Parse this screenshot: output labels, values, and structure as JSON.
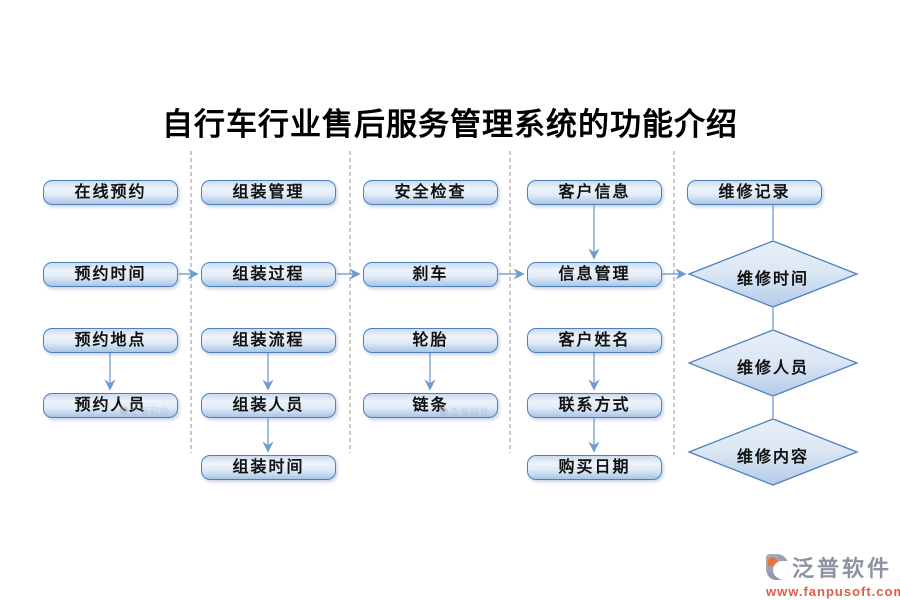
{
  "title": "自行车行业售后服务管理系统的功能介绍",
  "diagram": {
    "columns": [
      {
        "header": "在线预约",
        "items": [
          "预约时间",
          "预约地点",
          "预约人员"
        ]
      },
      {
        "header": "组装管理",
        "items": [
          "组装过程",
          "组装流程",
          "组装人员",
          "组装时间"
        ]
      },
      {
        "header": "安全检查",
        "items": [
          "刹车",
          "轮胎",
          "链条"
        ]
      },
      {
        "header": "客户信息",
        "items": [
          "信息管理",
          "客户姓名",
          "联系方式",
          "购买日期"
        ]
      },
      {
        "header": "维修记录",
        "items": []
      }
    ],
    "diamonds": [
      "维修时间",
      "维修人员",
      "维修内容"
    ]
  },
  "branding": {
    "logo_text": "泛普软件",
    "website": "www.fanpusoft.com",
    "watermark_text": "泛普软件"
  },
  "colors": {
    "title_text": "#000000",
    "node_border": "#4f81bd",
    "node_fill_top": "#c9dbef",
    "node_fill_bottom": "#aac6e6",
    "connector": "#7aa3d4",
    "dashed_separator": "#a3a3a3",
    "logo_gray": "#8d93a2",
    "logo_orange": "#e25a48"
  }
}
